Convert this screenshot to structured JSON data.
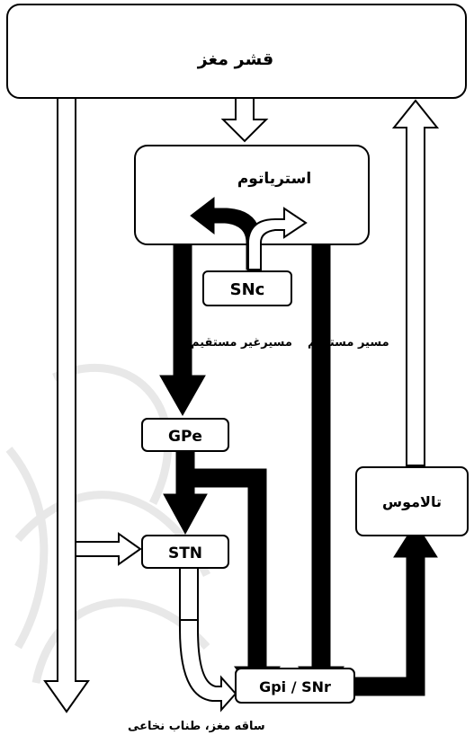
{
  "nodes": {
    "cortex": "قشر مغز",
    "striatum": "استریاتوم",
    "snc": "SNc",
    "gpe": "GPe",
    "stn": "STN",
    "gpi_snr": "Gpi / SNr",
    "thalamus": "تالاموس"
  },
  "pathways": {
    "indirect": "مسیرغیر مستقیم",
    "direct": "مسیر مستقیم"
  },
  "outputs": {
    "brainstem": "ساقه مغز، طناب نخاعی"
  },
  "colors": {
    "excitatory": "#ffffff",
    "inhibitory": "#000000",
    "watermark": "#e6e6e6"
  }
}
